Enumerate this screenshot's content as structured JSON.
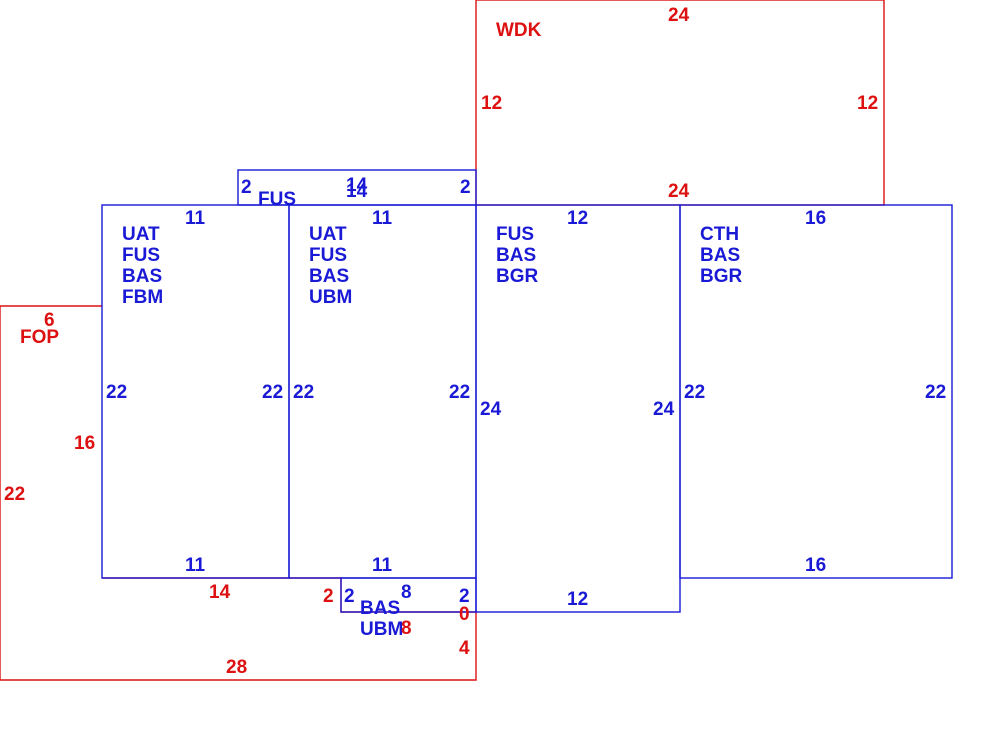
{
  "colors": {
    "blue": "#1a1ad6",
    "red": "#dd1111",
    "background": "#ffffff"
  },
  "areas": {
    "wdk": {
      "label": "WDK",
      "dims": {
        "top": "24",
        "bottom": "24",
        "left": "12",
        "right": "12"
      }
    },
    "fus_small": {
      "label": "FUS",
      "dims": {
        "top_a": "14",
        "top_b": "14",
        "left": "2",
        "right": "2"
      }
    },
    "room1": {
      "codes": [
        "UAT",
        "FUS",
        "BAS",
        "FBM"
      ],
      "dims": {
        "top": "11",
        "bottom": "11",
        "left": "22",
        "right": "22"
      }
    },
    "room2": {
      "codes": [
        "UAT",
        "FUS",
        "BAS",
        "UBM"
      ],
      "dims": {
        "top": "11",
        "bottom": "11",
        "left": "22",
        "right": "22"
      }
    },
    "room3": {
      "codes": [
        "FUS",
        "BAS",
        "BGR"
      ],
      "dims": {
        "top": "12",
        "bottom": "12",
        "left": "24",
        "right": "24"
      }
    },
    "room4": {
      "codes": [
        "CTH",
        "BAS",
        "BGR"
      ],
      "dims": {
        "top": "16",
        "bottom": "16",
        "left": "22",
        "right": "22"
      }
    },
    "fop": {
      "label": "FOP",
      "dims": {
        "top": "6",
        "inner_left": "16",
        "outer_left": "22",
        "bottom_inner": "14",
        "notch": "2",
        "bottom": "28",
        "right": "4",
        "step": "0"
      }
    },
    "small_bottom": {
      "codes": [
        "BAS",
        "UBM"
      ],
      "dims": {
        "left": "2",
        "top": "8",
        "right": "2",
        "bottom": "8"
      }
    }
  }
}
